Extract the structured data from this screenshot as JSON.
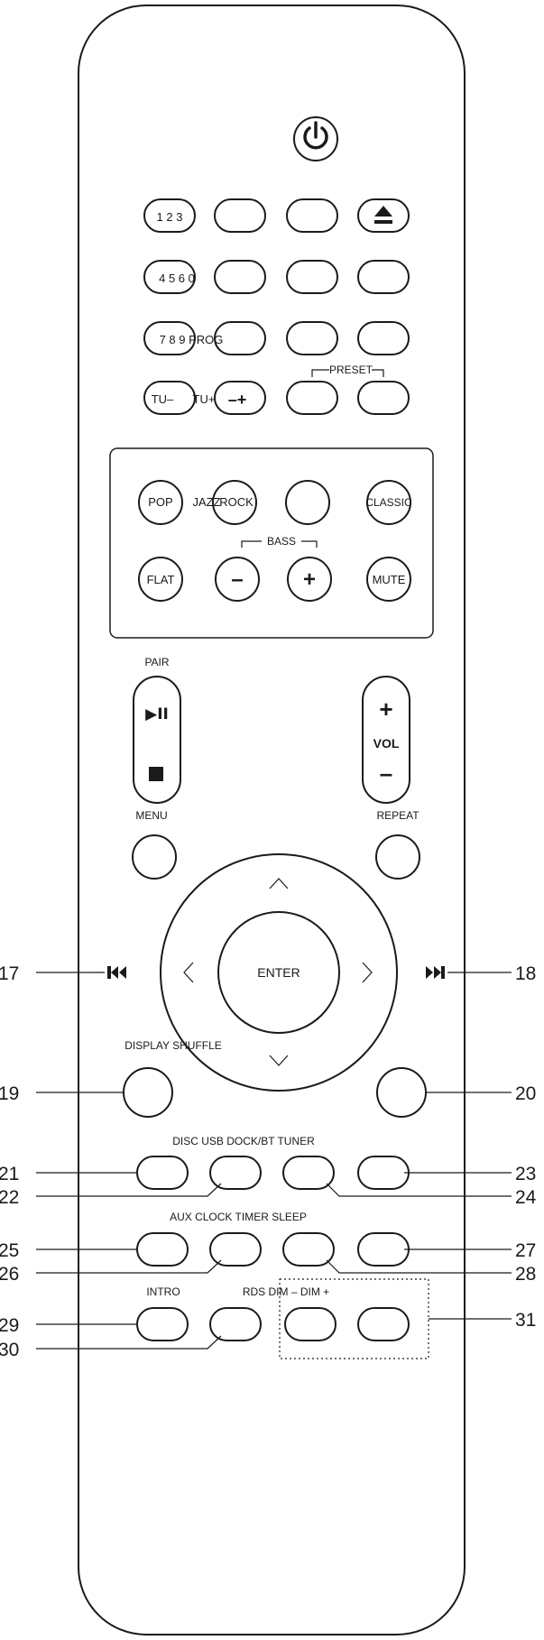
{
  "symbols": {
    "power": "⏻",
    "eject": "⏏",
    "play_pause": "▶II",
    "prev": "⏮",
    "next": "⏭",
    "up": "^",
    "down": "v",
    "left": "<",
    "right": ">"
  },
  "row1": {
    "text": "1 2 3"
  },
  "row2": {
    "text": "4 5 6 0"
  },
  "row3": {
    "text": "7 8 9 PROG"
  },
  "row4": {
    "tu_minus": "TU–",
    "tu_plus": "TU+",
    "minus_plus": "–+",
    "preset": "PRESET"
  },
  "eq": {
    "pop": "POP",
    "jazz": "JAZZ",
    "rock": "ROCK",
    "classic": "CLASSIC",
    "bass": "BASS",
    "flat": "FLAT",
    "bass_minus": "–",
    "bass_plus": "+",
    "mute": "MUTE"
  },
  "transport": {
    "pair": "PAIR",
    "vol": "VOL",
    "vol_plus": "+",
    "vol_minus": "–"
  },
  "nav": {
    "menu": "MENU",
    "repeat": "REPEAT",
    "enter": "ENTER",
    "display_shuffle": "DISPLAY SHUFFLE"
  },
  "source": {
    "row_a": "DISC USB DOCK/BT TUNER",
    "row_b": "AUX CLOCK TIMER SLEEP",
    "intro": "INTRO",
    "rds_dim": "RDS DIM – DIM +"
  },
  "callouts": [
    "17",
    "18",
    "19",
    "20",
    "21",
    "22",
    "23",
    "24",
    "25",
    "26",
    "27",
    "28",
    "29",
    "30",
    "31"
  ]
}
